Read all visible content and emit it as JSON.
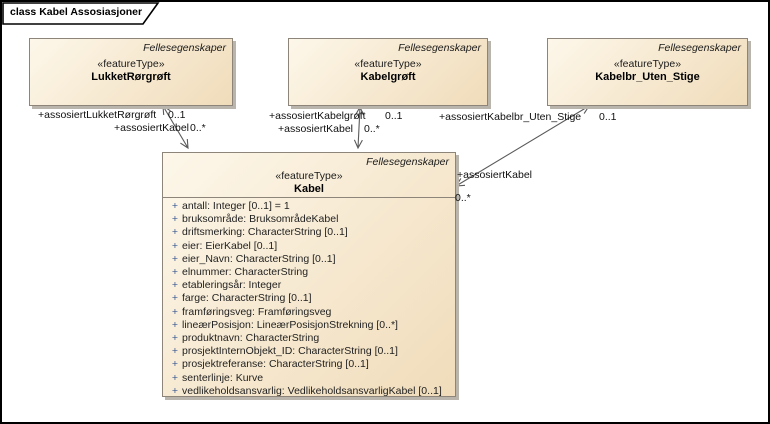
{
  "diagram": {
    "title": "class Kabel Assosiasjoner"
  },
  "classes": {
    "lukketRorgroft": {
      "meta": "Fellesegenskaper",
      "stereotype": "«featureType»",
      "name": "LukketRørgrøft"
    },
    "kabelgroft": {
      "meta": "Fellesegenskaper",
      "stereotype": "«featureType»",
      "name": "Kabelgrøft"
    },
    "kabelbrUtenStige": {
      "meta": "Fellesegenskaper",
      "stereotype": "«featureType»",
      "name": "Kabelbr_Uten_Stige"
    },
    "kabel": {
      "meta": "Fellesegenskaper",
      "stereotype": "«featureType»",
      "name": "Kabel",
      "attributes": [
        {
          "vis": "+",
          "text": "antall: Integer [0..1] = 1"
        },
        {
          "vis": "+",
          "text": "bruksområde: BruksområdeKabel"
        },
        {
          "vis": "+",
          "text": "driftsmerking: CharacterString [0..1]"
        },
        {
          "vis": "+",
          "text": "eier: EierKabel [0..1]"
        },
        {
          "vis": "+",
          "text": "eier_Navn: CharacterString [0..1]"
        },
        {
          "vis": "+",
          "text": "elnummer: CharacterString"
        },
        {
          "vis": "+",
          "text": "etableringsår: Integer"
        },
        {
          "vis": "+",
          "text": "farge: CharacterString [0..1]"
        },
        {
          "vis": "+",
          "text": "framføringsveg: Framføringsveg"
        },
        {
          "vis": "+",
          "text": "lineærPosisjon: LineærPosisjonStrekning [0..*]"
        },
        {
          "vis": "+",
          "text": "produktnavn: CharacterString"
        },
        {
          "vis": "+",
          "text": "prosjektInternObjekt_ID: CharacterString [0..1]"
        },
        {
          "vis": "+",
          "text": "prosjektreferanse: CharacterString [0..1]"
        },
        {
          "vis": "+",
          "text": "senterlinje: Kurve"
        },
        {
          "vis": "+",
          "text": "vedlikeholdsansvarlig: VedlikeholdsansvarligKabel [0..1]"
        }
      ]
    }
  },
  "associations": [
    {
      "source": "LukketRørgrøft",
      "target": "Kabel",
      "source_role": "+assosiertLukketRørgrøft",
      "source_card": "0..1",
      "target_role": "+assosiertKabel",
      "target_card": "0..*"
    },
    {
      "source": "Kabelgrøft",
      "target": "Kabel",
      "source_role": "+assosiertKabelgrøft",
      "source_card": "0..1",
      "target_role": "+assosiertKabel",
      "target_card": "0..*"
    },
    {
      "source": "Kabelbr_Uten_Stige",
      "target": "Kabel",
      "source_role": "+assosiertKabelbr_Uten_Stige",
      "source_card": "0..1",
      "target_role": "+assosiertKabel",
      "target_card": "0..*"
    }
  ],
  "colors": {
    "box_fill_light": "#fdf7ea",
    "box_fill_dark": "#f0dcba",
    "box_border": "#8d8579",
    "box_shadow": "#b9b5ad",
    "edge_line": "#5a5a5a",
    "frame_border": "#000000",
    "visibility_plus": "#3b5a92"
  }
}
